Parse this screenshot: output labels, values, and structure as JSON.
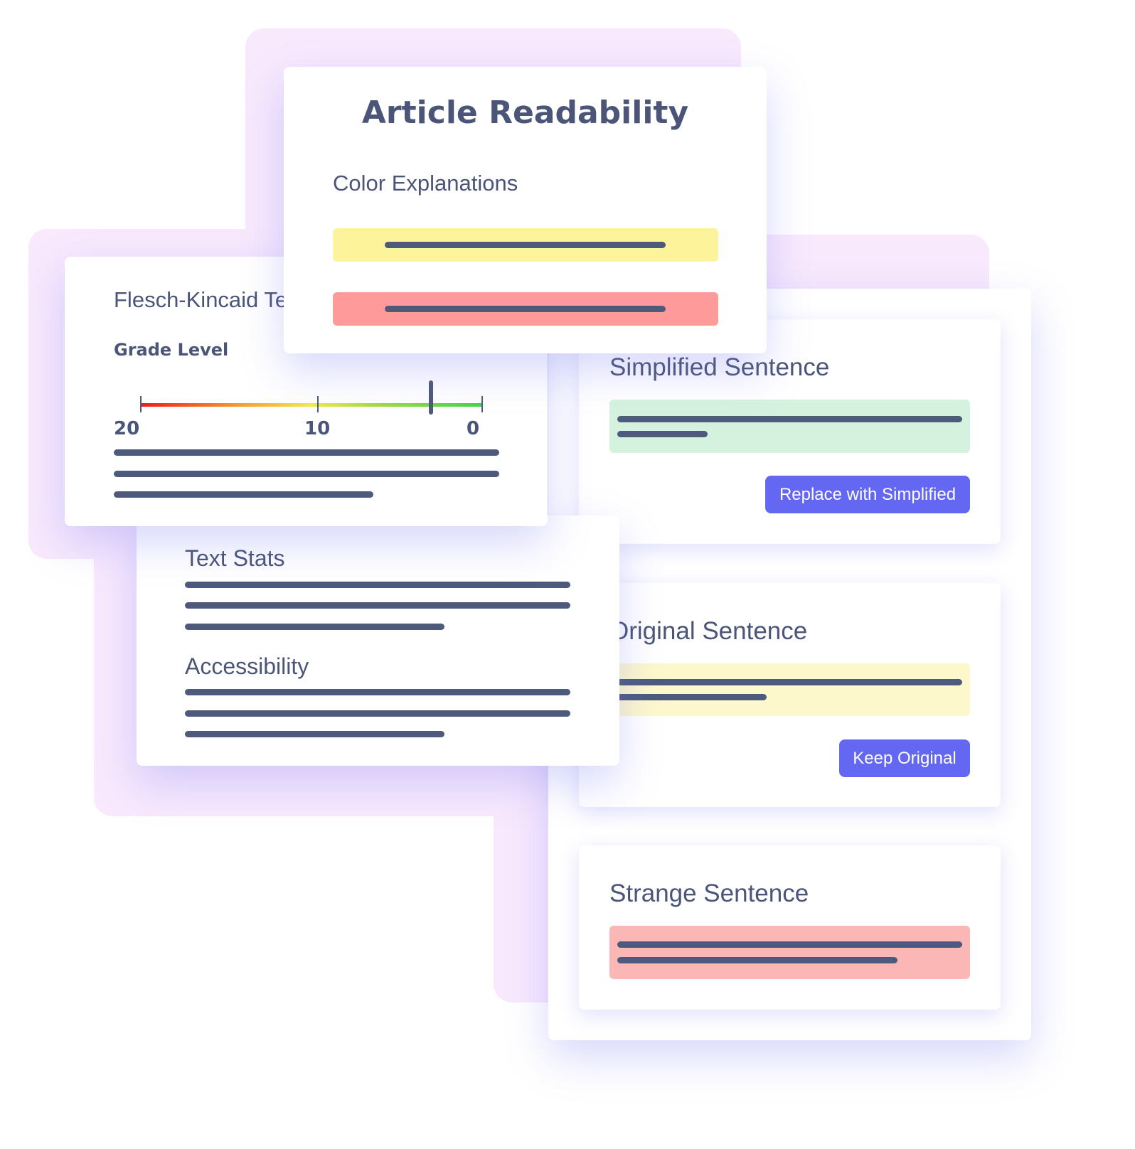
{
  "readability": {
    "title": "Article Readability",
    "color_explanations_label": "Color Explanations"
  },
  "flesch": {
    "title": "Flesch-Kincaid Te",
    "grade_label": "Grade Level",
    "scale_labels": [
      "20",
      "10",
      "0"
    ],
    "scale_min": 20,
    "scale_max": 0,
    "marker_value": 3
  },
  "stats": {
    "text_stats_label": "Text Stats",
    "accessibility_label": "Accessibility"
  },
  "sentences": {
    "simplified": {
      "title": "Simplified Sentence",
      "button": "Replace with Simplified"
    },
    "original": {
      "title": "Original Sentence",
      "button": "Keep Original"
    },
    "strange": {
      "title": "Strange Sentence"
    }
  },
  "colors": {
    "accent": "#6467f2",
    "yellow": "#fdf39a",
    "red": "#ff9a9a",
    "green_box": "#d5f2df",
    "yellow_box": "#fdf8cc",
    "red_box": "#fbb6b6",
    "text": "#4a5578"
  }
}
